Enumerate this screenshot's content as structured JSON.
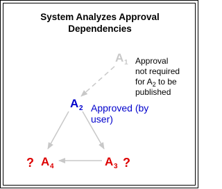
{
  "title": {
    "line1": "System Analyzes Approval",
    "line2": "Dependencies"
  },
  "nodes": {
    "a1": {
      "letter": "A",
      "sub": "1"
    },
    "a2": {
      "letter": "A",
      "sub": "2"
    },
    "a3": {
      "letter": "A",
      "sub": "3"
    },
    "a4": {
      "letter": "A",
      "sub": "4"
    }
  },
  "notes": {
    "a1": {
      "line1": "Approval",
      "line2": "not required",
      "line3_prefix": "for A",
      "line3_sub": "2",
      "line3_suffix": " to be",
      "line4": "published"
    },
    "a2": {
      "line1": "Approved (by",
      "line2": "user)"
    }
  },
  "unknown_marker": "?",
  "colors": {
    "a1": "#c8c8c8",
    "a2": "#0000cc",
    "unresolved": "#dd0000",
    "edge": "#c8c8c8"
  }
}
